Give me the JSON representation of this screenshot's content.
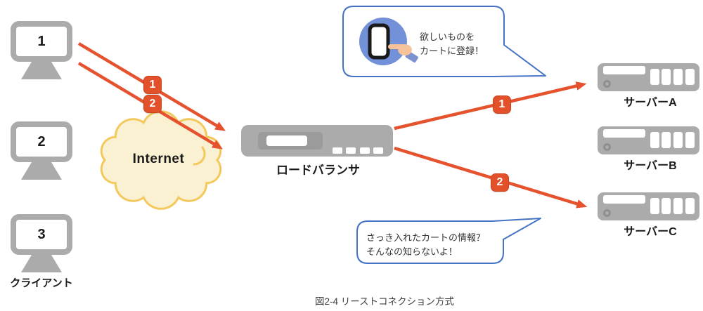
{
  "diagram": {
    "caption": "図2-4 リーストコネクション方式",
    "clients": {
      "group_label": "クライアント",
      "items": [
        {
          "label": "1"
        },
        {
          "label": "2"
        },
        {
          "label": "3"
        }
      ]
    },
    "cloud": {
      "label": "Internet"
    },
    "load_balancer": {
      "label": "ロードバランサ"
    },
    "servers": [
      {
        "label": "サーバーA"
      },
      {
        "label": "サーバーB"
      },
      {
        "label": "サーバーC"
      }
    ],
    "connections": {
      "client_to_lb_badges": [
        {
          "label": "1"
        },
        {
          "label": "2"
        }
      ],
      "lb_to_server_badges": [
        {
          "label": "1"
        },
        {
          "label": "2"
        }
      ]
    },
    "speech_top": {
      "line1": "欲しいものを",
      "line2": "カートに登録！"
    },
    "speech_bottom": {
      "line1": "さっき入れたカートの情報？",
      "line2": "そんなの知らないよ！"
    },
    "colors": {
      "arrow": "#E5522D",
      "badge": "#E3512B",
      "cloud_fill": "#FAF0D2",
      "cloud_stroke": "#F4C95C",
      "bubble_border": "#4472C4",
      "device_gray": "#ABABAB",
      "icon_circle_blue": "#7291D8",
      "hand_skin": "#F6C29A"
    }
  }
}
